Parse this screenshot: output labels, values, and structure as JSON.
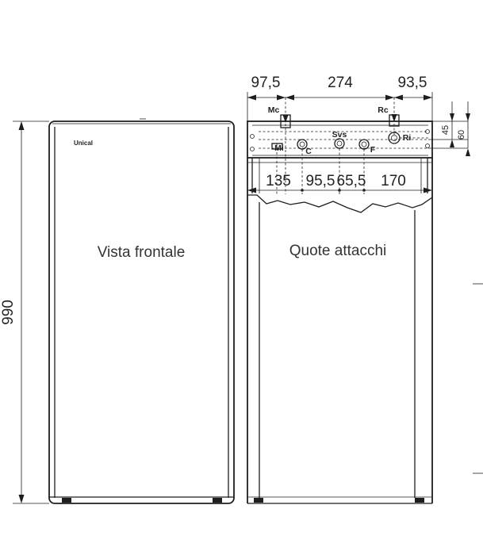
{
  "front_view": {
    "title": "Vista frontale",
    "brand": "Unical",
    "height_dimension": "990"
  },
  "connections_view": {
    "title": "Quote attacchi",
    "top_dimensions": [
      "97,5",
      "274",
      "93,5"
    ],
    "bottom_dimensions": [
      "135",
      "95,5",
      "65,5",
      "170"
    ],
    "side_dimensions": [
      "45",
      "60"
    ],
    "connections": [
      "Mc",
      "Rc",
      "Mi",
      "C",
      "Svs",
      "F",
      "Ri"
    ]
  }
}
